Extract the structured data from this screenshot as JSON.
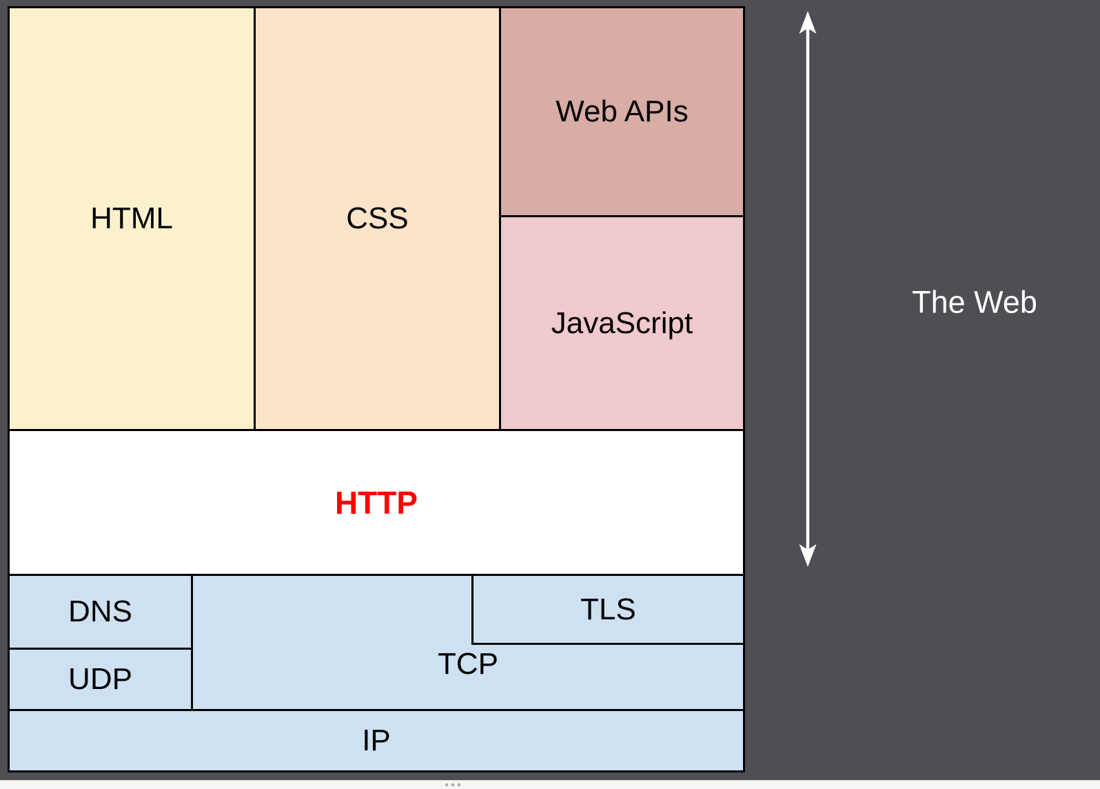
{
  "diagram": {
    "background": "#4E4F54",
    "border_color": "#000000",
    "boxes": {
      "html": {
        "label": "HTML",
        "fill": "#FBF1CD",
        "text": "#000000"
      },
      "css": {
        "label": "CSS",
        "fill": "#FCE4CB",
        "text": "#000000"
      },
      "webapis": {
        "label": "Web APIs",
        "fill": "#D8ADA6",
        "text": "#000000"
      },
      "javascript": {
        "label": "JavaScript",
        "fill": "#F0C9CC",
        "text": "#000000"
      },
      "http": {
        "label": "HTTP",
        "fill": "#FFFFFF",
        "text": "#FF0000"
      },
      "dns": {
        "label": "DNS",
        "fill": "#CEE1F2",
        "text": "#000000"
      },
      "udp": {
        "label": "UDP",
        "fill": "#CEE1F2",
        "text": "#000000"
      },
      "tcp": {
        "label": "TCP",
        "fill": "#CEE1F2",
        "text": "#000000"
      },
      "tls": {
        "label": "TLS",
        "fill": "#CEE1F2",
        "text": "#000000"
      },
      "ip": {
        "label": "IP",
        "fill": "#CEE1F2",
        "text": "#000000"
      }
    }
  },
  "annotation": {
    "label": "The Web",
    "text_color": "#FFFFFF",
    "arrow_color": "#FFFFFF"
  },
  "footer": {
    "bar_color": "#F6F6F5",
    "handle_icon": "drag-dots-icon",
    "dot_color": "#ADADAD"
  }
}
